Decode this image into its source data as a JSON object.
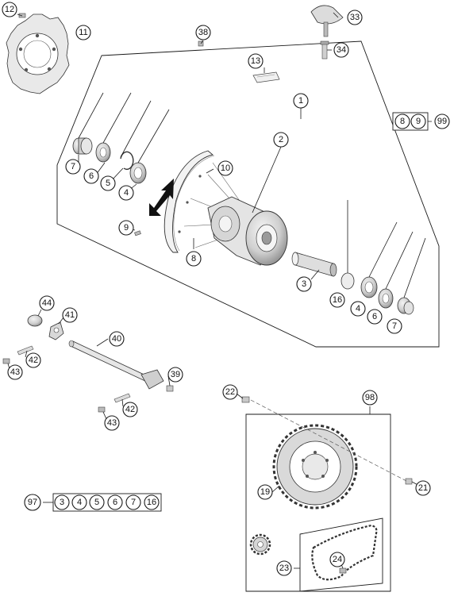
{
  "callouts": {
    "c1": "1",
    "c2": "2",
    "c3": "3",
    "c4a": "4",
    "c4b": "4",
    "c5": "5",
    "c6a": "6",
    "c6b": "6",
    "c7a": "7",
    "c7b": "7",
    "c8": "8",
    "c9": "9",
    "c10": "10",
    "c11": "11",
    "c12": "12",
    "c13": "13",
    "c16": "16",
    "c19": "19",
    "c21": "21",
    "c22": "22",
    "c23": "23",
    "c24": "24",
    "c33": "33",
    "c34": "34",
    "c38": "38",
    "c39": "39",
    "c40": "40",
    "c41": "41",
    "c42a": "42",
    "c42b": "42",
    "c43a": "43",
    "c43b": "43",
    "c44": "44",
    "c98": "98"
  },
  "kit_99": {
    "label": "99",
    "items": [
      "8",
      "9"
    ]
  },
  "kit_97": {
    "label": "97",
    "items": [
      "3",
      "4",
      "5",
      "6",
      "7",
      "16"
    ]
  },
  "colors": {
    "line": "#1a1a1a",
    "part_fill": "#d8d8d8",
    "part_dark": "#8a8a8a",
    "arrow": "#111111"
  },
  "icons": {
    "direction": "arrow-icon"
  }
}
